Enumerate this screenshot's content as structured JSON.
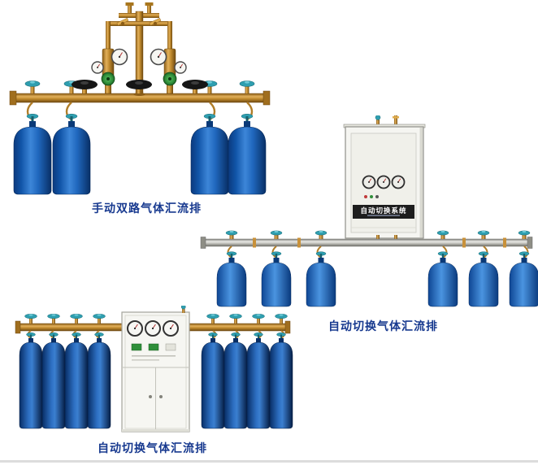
{
  "products": [
    {
      "id": "manual-dual-manifold",
      "caption": "手动双路气体汇流排",
      "cylinders": 4
    },
    {
      "id": "auto-switch-manifold-wall-cabinet",
      "caption": "自动切换气体汇流排",
      "panel_label": "自动切换系统",
      "cylinders": 6
    },
    {
      "id": "auto-switch-manifold-floor-cabinet",
      "caption": "自动切换气体汇流排",
      "cylinders": 8
    }
  ],
  "colors": {
    "caption_text": "#17398f",
    "cylinder_blue": "#2a6fc4",
    "cylinder_dark": "#082f66",
    "valve_teal": "#2f9fb0",
    "brass": "#c8913a",
    "cabinet_body": "#f5f5f1",
    "manifold_silver": "#c2c2bc",
    "panel_strip": "#1d1d1d"
  }
}
